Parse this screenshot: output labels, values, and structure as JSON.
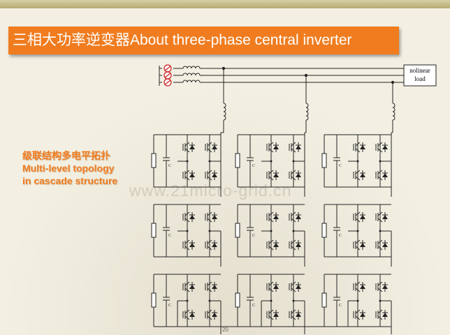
{
  "title": "三相大功率逆变器About three-phase central inverter",
  "caption": {
    "line1": "级联结构多电平拓扑",
    "line2": "Multi-level topology",
    "line3": "in cascade structure"
  },
  "watermark": "www.21micro-grid.cn",
  "load_label": {
    "line1": "nolinear",
    "line2": "load"
  },
  "cell_cap_label": "C",
  "page_number": "20",
  "colors": {
    "title_bg": "#f07c1f",
    "caption": "#f07c1f",
    "source_circle": "#cc1a1a",
    "wire": "#222222"
  }
}
